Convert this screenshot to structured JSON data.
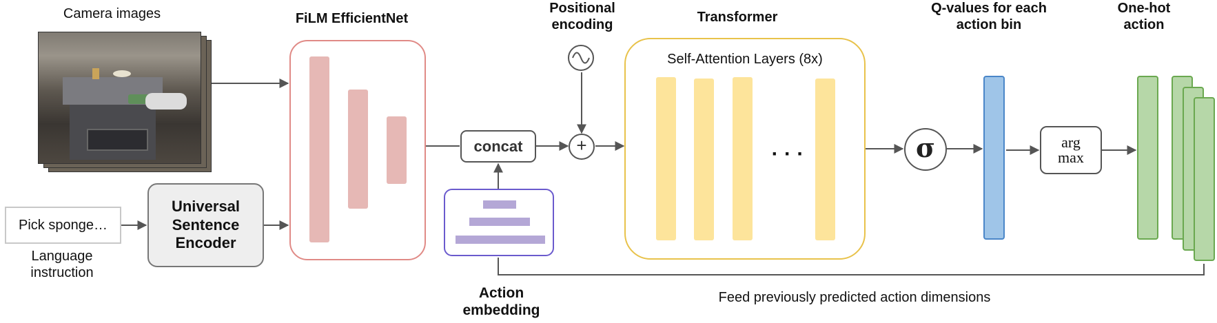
{
  "inputs": {
    "camera_label": "Camera images",
    "instruction_text": "Pick sponge…",
    "instruction_label": "Language instruction"
  },
  "encoder": {
    "label": "Universal Sentence Encoder"
  },
  "film": {
    "title": "FiLM EfficientNet"
  },
  "concat": {
    "label": "concat"
  },
  "positional": {
    "title": "Positional encoding",
    "plus": "+"
  },
  "action_embedding": {
    "label": "Action embedding"
  },
  "transformer": {
    "title": "Transformer",
    "inner_label": "Self-Attention Layers (8x)",
    "ellipsis": "· · ·"
  },
  "sigmoid": {
    "symbol": "σ"
  },
  "qvalues": {
    "title": "Q-values for each action bin"
  },
  "argmax": {
    "line1": "arg",
    "line2": "max"
  },
  "onehot": {
    "title": "One-hot action"
  },
  "feedback": {
    "label": "Feed previously predicted action dimensions"
  },
  "colors": {
    "film_border": "#e08a86",
    "film_bar": "#e6b8b5",
    "transformer_border": "#e8c24a",
    "transformer_bar": "#fde49b",
    "action_border": "#6a5acd",
    "action_bar": "#b4a7d6",
    "q_bar": "#9fc5e8",
    "q_border": "#4a86c8",
    "onehot_bar": "#b6d7a8",
    "onehot_border": "#6aa84f",
    "encoder_fill": "#eeeeee"
  }
}
